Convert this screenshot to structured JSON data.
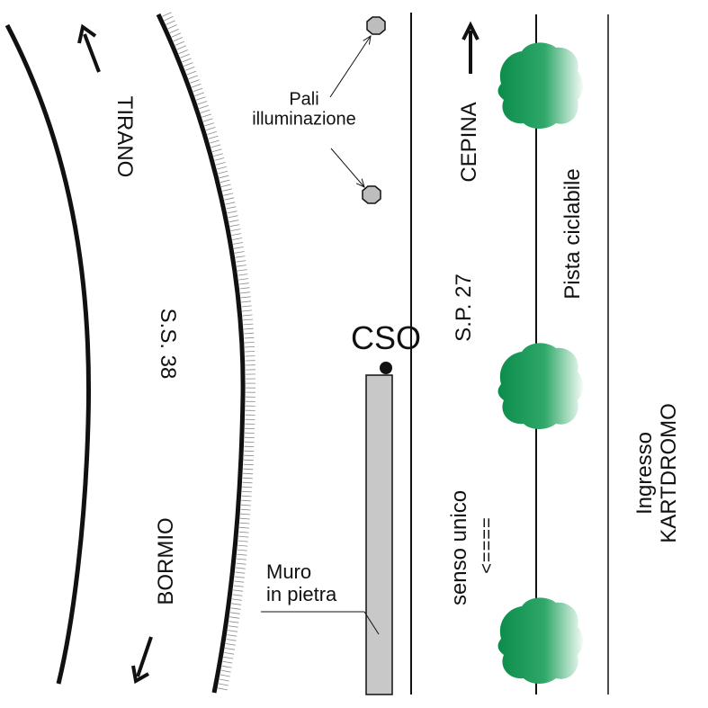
{
  "labels": {
    "tirano": "TIRANO",
    "ss38": "S.S. 38",
    "bormio": "BORMIO",
    "pali": "Pali\nilluminazione",
    "cso": "CSO",
    "muro": "Muro\nin pietra",
    "cepina": "CEPINA",
    "sp27": "S.P. 27",
    "senso_unico": "senso unico",
    "arrow_text": "====>",
    "pista": "Pista ciclabile",
    "kartdromo": "Ingresso\nKARTDROMO"
  },
  "colors": {
    "line": "#111111",
    "wall_fill": "#c8c8c8",
    "pole_fill": "#bdbdbd",
    "tree_dark": "#0a8c4a",
    "tree_light": "#f4fbf6",
    "hatch": "#8a8a8a"
  },
  "icons": {
    "pole": "octagon-icon",
    "tree": "tree-icon",
    "cso_marker": "dot-icon"
  }
}
